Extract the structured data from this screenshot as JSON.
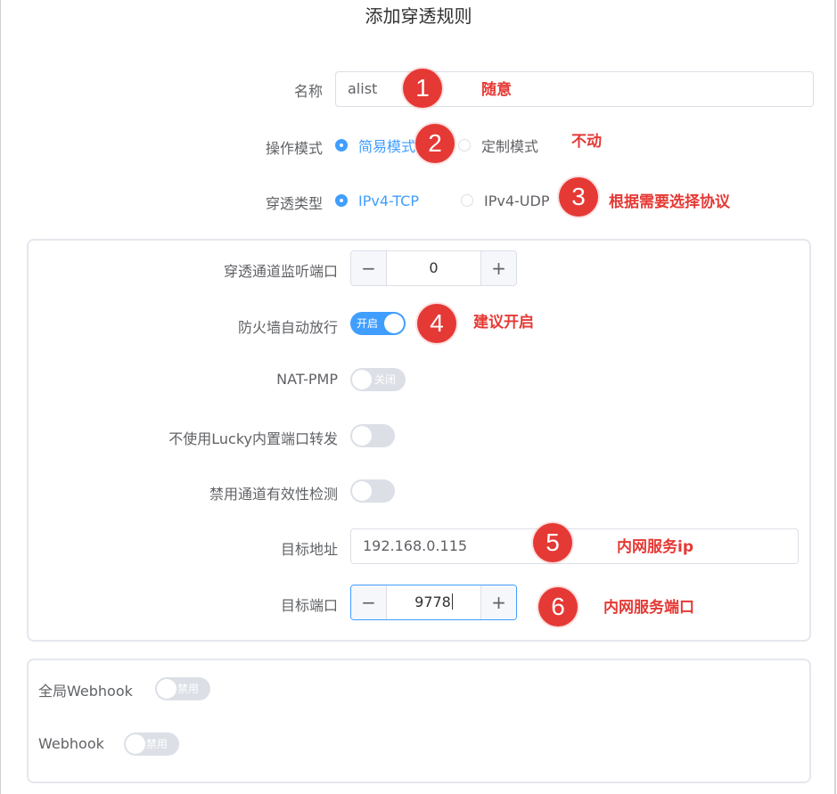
{
  "dialog": {
    "title": "添加穿透规则"
  },
  "form": {
    "name": {
      "label": "名称",
      "value": "alist"
    },
    "mode": {
      "label": "操作模式",
      "options": [
        "简易模式",
        "定制模式"
      ],
      "selected": "简易模式"
    },
    "type": {
      "label": "穿透类型",
      "options": [
        "IPv4-TCP",
        "IPv4-UDP"
      ],
      "selected": "IPv4-TCP"
    },
    "listen_port": {
      "label": "穿透通道监听端口",
      "value": "0",
      "minus": "−",
      "plus": "+"
    },
    "firewall": {
      "label": "防火墙自动放行",
      "state": "on",
      "text": "开启"
    },
    "natpmp": {
      "label": "NAT-PMP",
      "state": "off",
      "text": "关闭"
    },
    "no_lucky": {
      "label": "不使用Lucky内置端口转发",
      "state": "off"
    },
    "disable_check": {
      "label": "禁用通道有效性检测",
      "state": "off"
    },
    "target_addr": {
      "label": "目标地址",
      "value": "192.168.0.115"
    },
    "target_port": {
      "label": "目标端口",
      "value": "9778",
      "minus": "−",
      "plus": "+"
    }
  },
  "webhook": {
    "global": {
      "label": "全局Webhook",
      "state": "off",
      "text": "禁用"
    },
    "local": {
      "label": "Webhook",
      "state": "off",
      "text": "禁用"
    }
  },
  "annotations": [
    {
      "num": "1",
      "note": "随意"
    },
    {
      "num": "2",
      "note": "不动"
    },
    {
      "num": "3",
      "note": "根据需要选择协议"
    },
    {
      "num": "4",
      "note": "建议开启"
    },
    {
      "num": "5",
      "note": "内网服务ip"
    },
    {
      "num": "6",
      "note": "内网服务端口"
    }
  ],
  "colors": {
    "accent": "#409eff",
    "annotation": "#e53935",
    "border": "#dcdfe6"
  }
}
